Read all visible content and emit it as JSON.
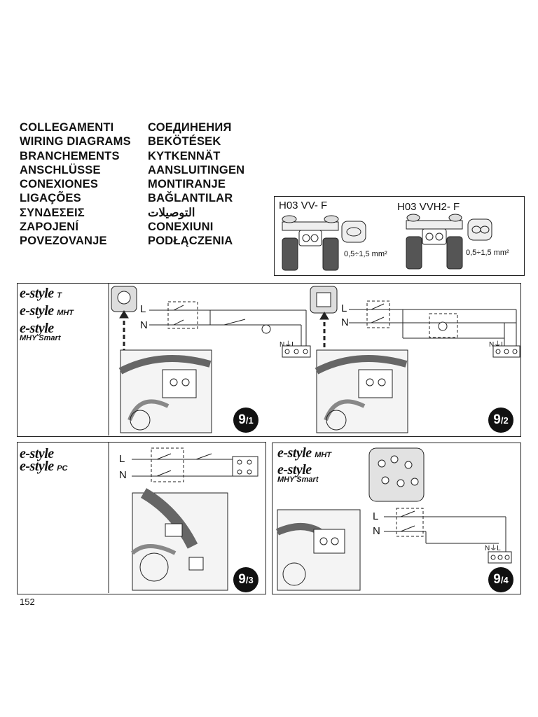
{
  "titles": {
    "col1": [
      "COLLEGAMENTI",
      "WIRING DIAGRAMS",
      "BRANCHEMENTS",
      "ANSCHLÜSSE",
      "CONEXIONES",
      "LIGAÇÕES",
      "ΣΥΝΔΕΣΕΙΣ",
      "ZAPOJENÍ",
      "POVEZOVANJE"
    ],
    "col2": [
      "СОЕДИНЕНИЯ",
      "BEKÖTÉSEK",
      "KYTKENNÄT",
      "AANSLUITINGEN",
      "MONTIRANJE",
      "BAĞLANTILAR",
      "التوصيلات",
      "CONEXIUNI",
      "PODŁĄCZENIA"
    ]
  },
  "cables": {
    "cable1": "H03 VV- F",
    "cable2": "H03 VVH2- F",
    "section1": "0,5÷1,5 mm²",
    "section2": "0,5÷1,5 mm²"
  },
  "diagrams": {
    "d1": {
      "brand1": "e-style",
      "sub1": "T",
      "brand2": "e-style",
      "sub2": "MHT",
      "brand3": "e-style",
      "sub3": "MHY Smart",
      "badge_main": "9",
      "badge_sub": "/1",
      "L": "L",
      "N": "N",
      "term": "N⏚L"
    },
    "d2": {
      "badge_main": "9",
      "badge_sub": "/2",
      "L": "L",
      "N": "N",
      "term": "N⏚L"
    },
    "d3": {
      "brand1": "e-style",
      "brand2": "e-style",
      "sub2": "PC",
      "badge_main": "9",
      "badge_sub": "/3",
      "L": "L",
      "N": "N"
    },
    "d4": {
      "brand1": "e-style",
      "sub1": "MHT",
      "brand2": "e-style",
      "sub2": "MHY Smart",
      "badge_main": "9",
      "badge_sub": "/4",
      "L": "L",
      "N": "N",
      "term": "N⏚L"
    }
  },
  "page_number": "152"
}
